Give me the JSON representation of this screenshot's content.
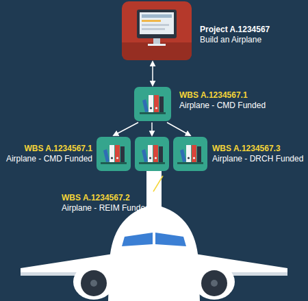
{
  "diagram": {
    "nodes": [
      {
        "text": [
          "Project A.1234567",
          "Build an Airplane"
        ]
      },
      {
        "text": [
          "WBS A.1234567.1",
          "Airplane - CMD Funded"
        ]
      },
      {
        "text": [
          "WBS A.1234567.1",
          "Airplane - CMD Funded"
        ]
      },
      {
        "text": [
          "WBS A.1234567.2",
          "Airplane - REIM Funded"
        ]
      },
      {
        "text": [
          "WBS A.1234567.3",
          "Airplane - DRCH Funded"
        ]
      }
    ],
    "edges": [
      {
        "from": 0,
        "to": 1,
        "arrow": "both"
      },
      {
        "from": 1,
        "to": 2,
        "arrow": "to"
      },
      {
        "from": 1,
        "to": 3,
        "arrow": "to"
      },
      {
        "from": 1,
        "to": 4,
        "arrow": "to"
      }
    ]
  }
}
